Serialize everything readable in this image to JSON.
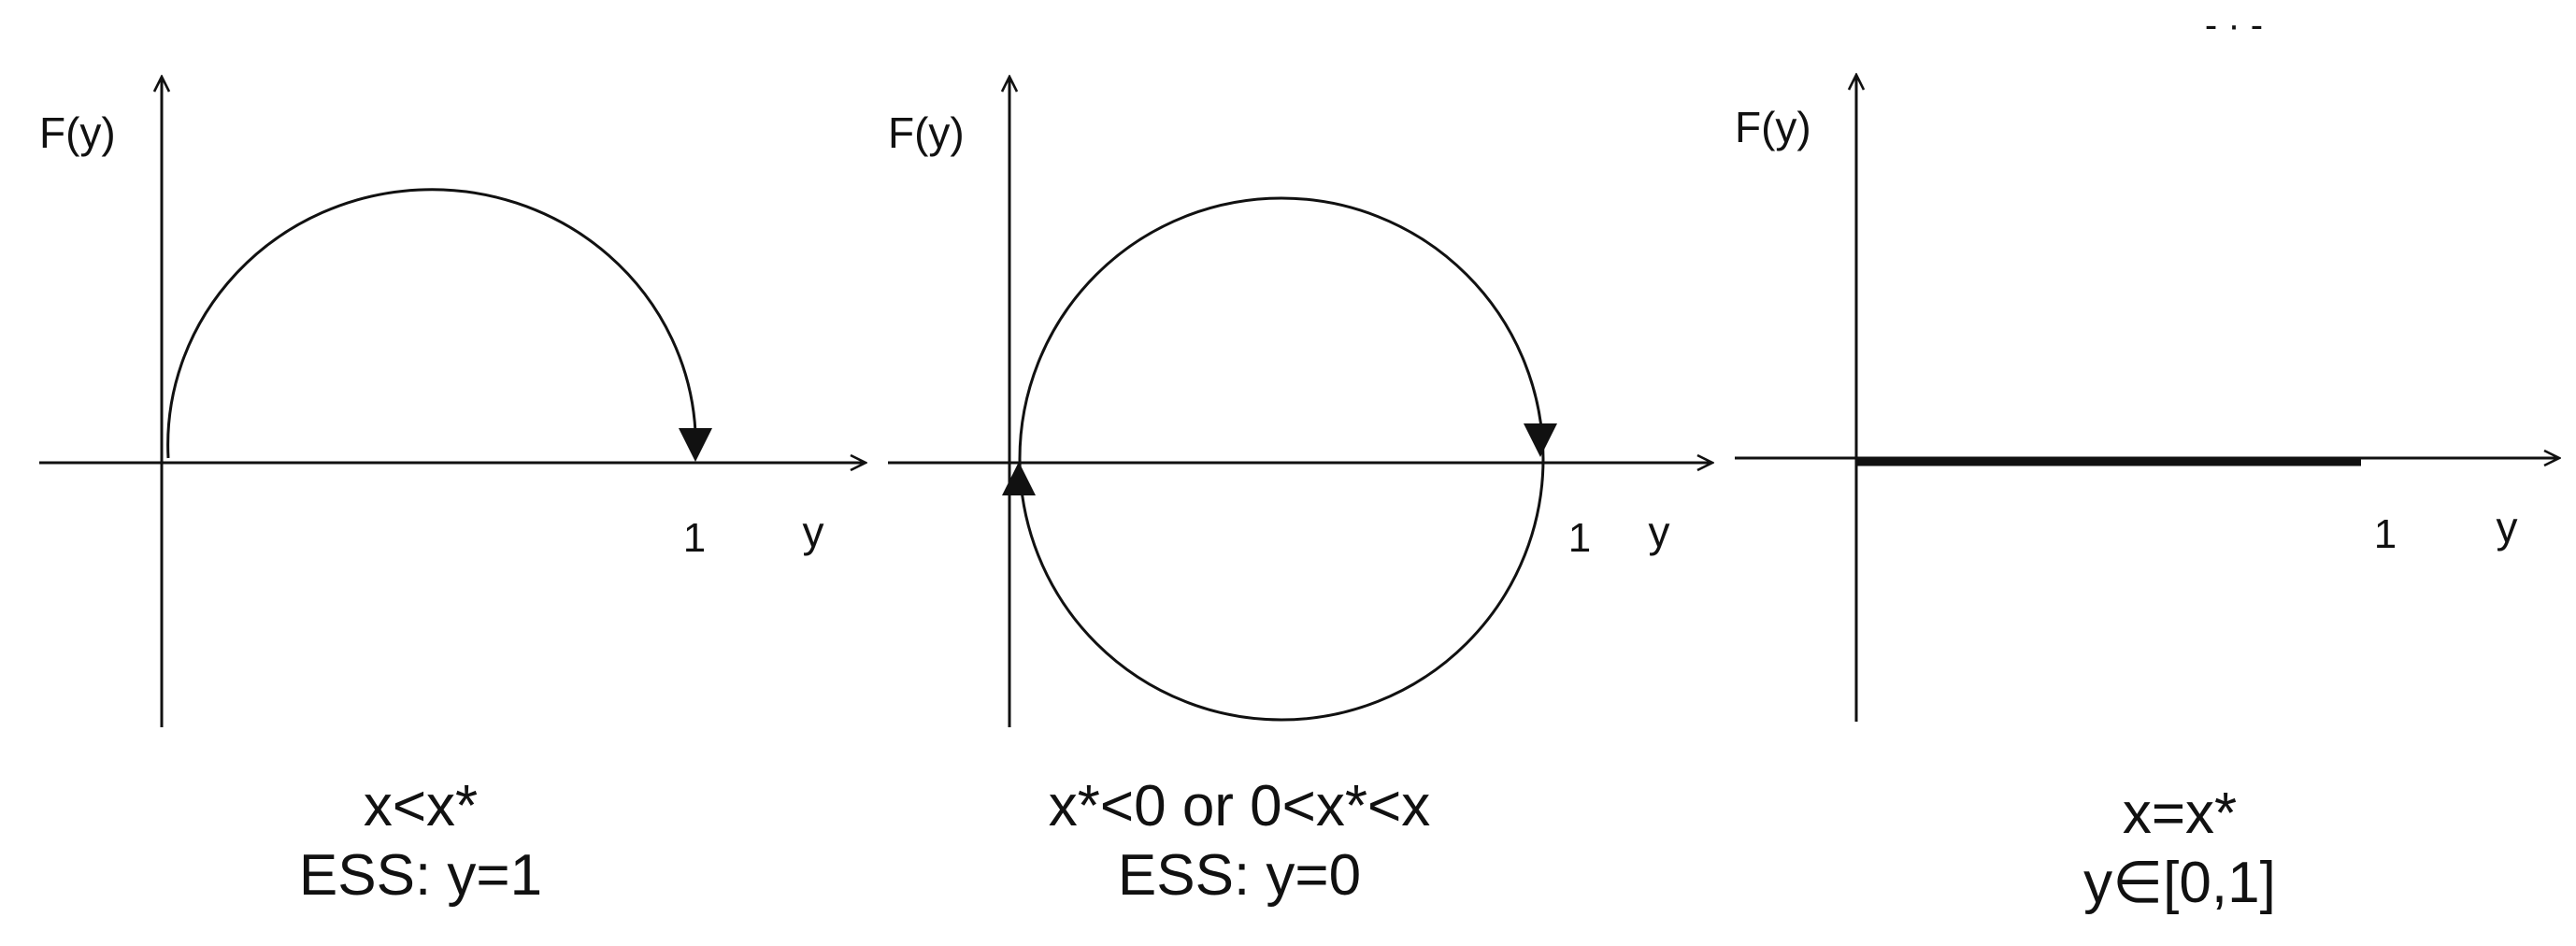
{
  "colors": {
    "ink": "#111111",
    "background": "#ffffff"
  },
  "header_marks": "- · -",
  "panels": [
    {
      "ylabel": "F(y)",
      "xlabel": "y",
      "tick": "1",
      "caption_line1": "x<x*",
      "caption_line2": "ESS: y=1",
      "curve": "upper-arc-arrow-to-1"
    },
    {
      "ylabel": "F(y)",
      "xlabel": "y",
      "tick": "1",
      "caption_line1": "x*<0 or 0<x*<x",
      "caption_line2": "ESS: y=0",
      "curve": "full-circle-arrows"
    },
    {
      "ylabel": "F(y)",
      "xlabel": "y",
      "tick": "1",
      "caption_line1": "x=x*",
      "caption_line2": "y∈[0,1]",
      "curve": "flat-segment-0-to-1"
    }
  ]
}
